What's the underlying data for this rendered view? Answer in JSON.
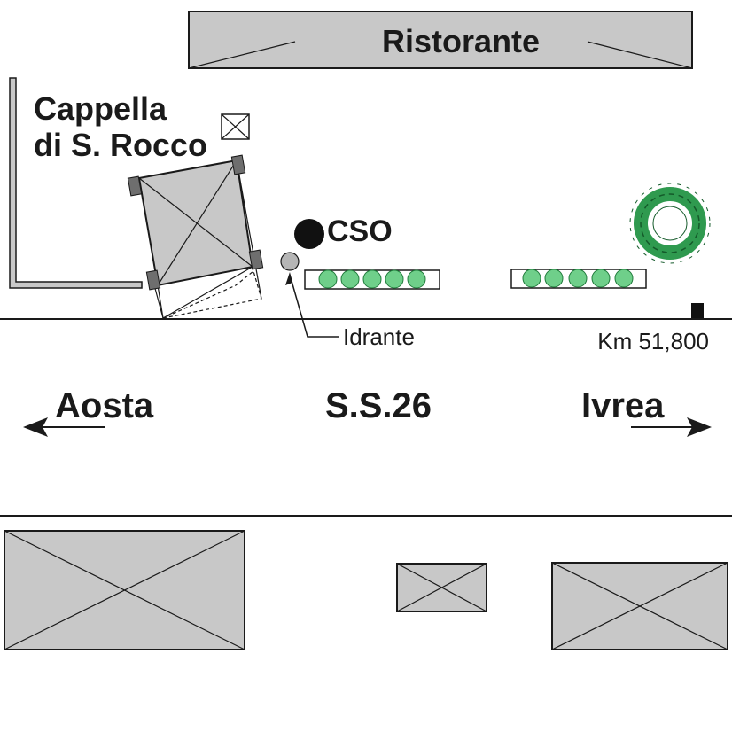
{
  "labels": {
    "restaurant": "Ristorante",
    "chapel_line1": "Cappella",
    "chapel_line2": "di S. Rocco",
    "cso": "CSO",
    "hydrant": "Idrante",
    "km_marker": "Km 51,800",
    "west": "Aosta",
    "road": "S.S.26",
    "east": "Ivrea"
  },
  "colors": {
    "building_fill": "#c8c8c8",
    "line": "#1a1a1a",
    "vegetation": "#2f9a4f",
    "hydrant_fill": "#b5b5b5"
  },
  "icons": {
    "cso_marker": "black-circle",
    "hydrant": "grey-circle",
    "direction_west": "arrow-left",
    "direction_east": "arrow-right",
    "km_post": "black-post"
  }
}
